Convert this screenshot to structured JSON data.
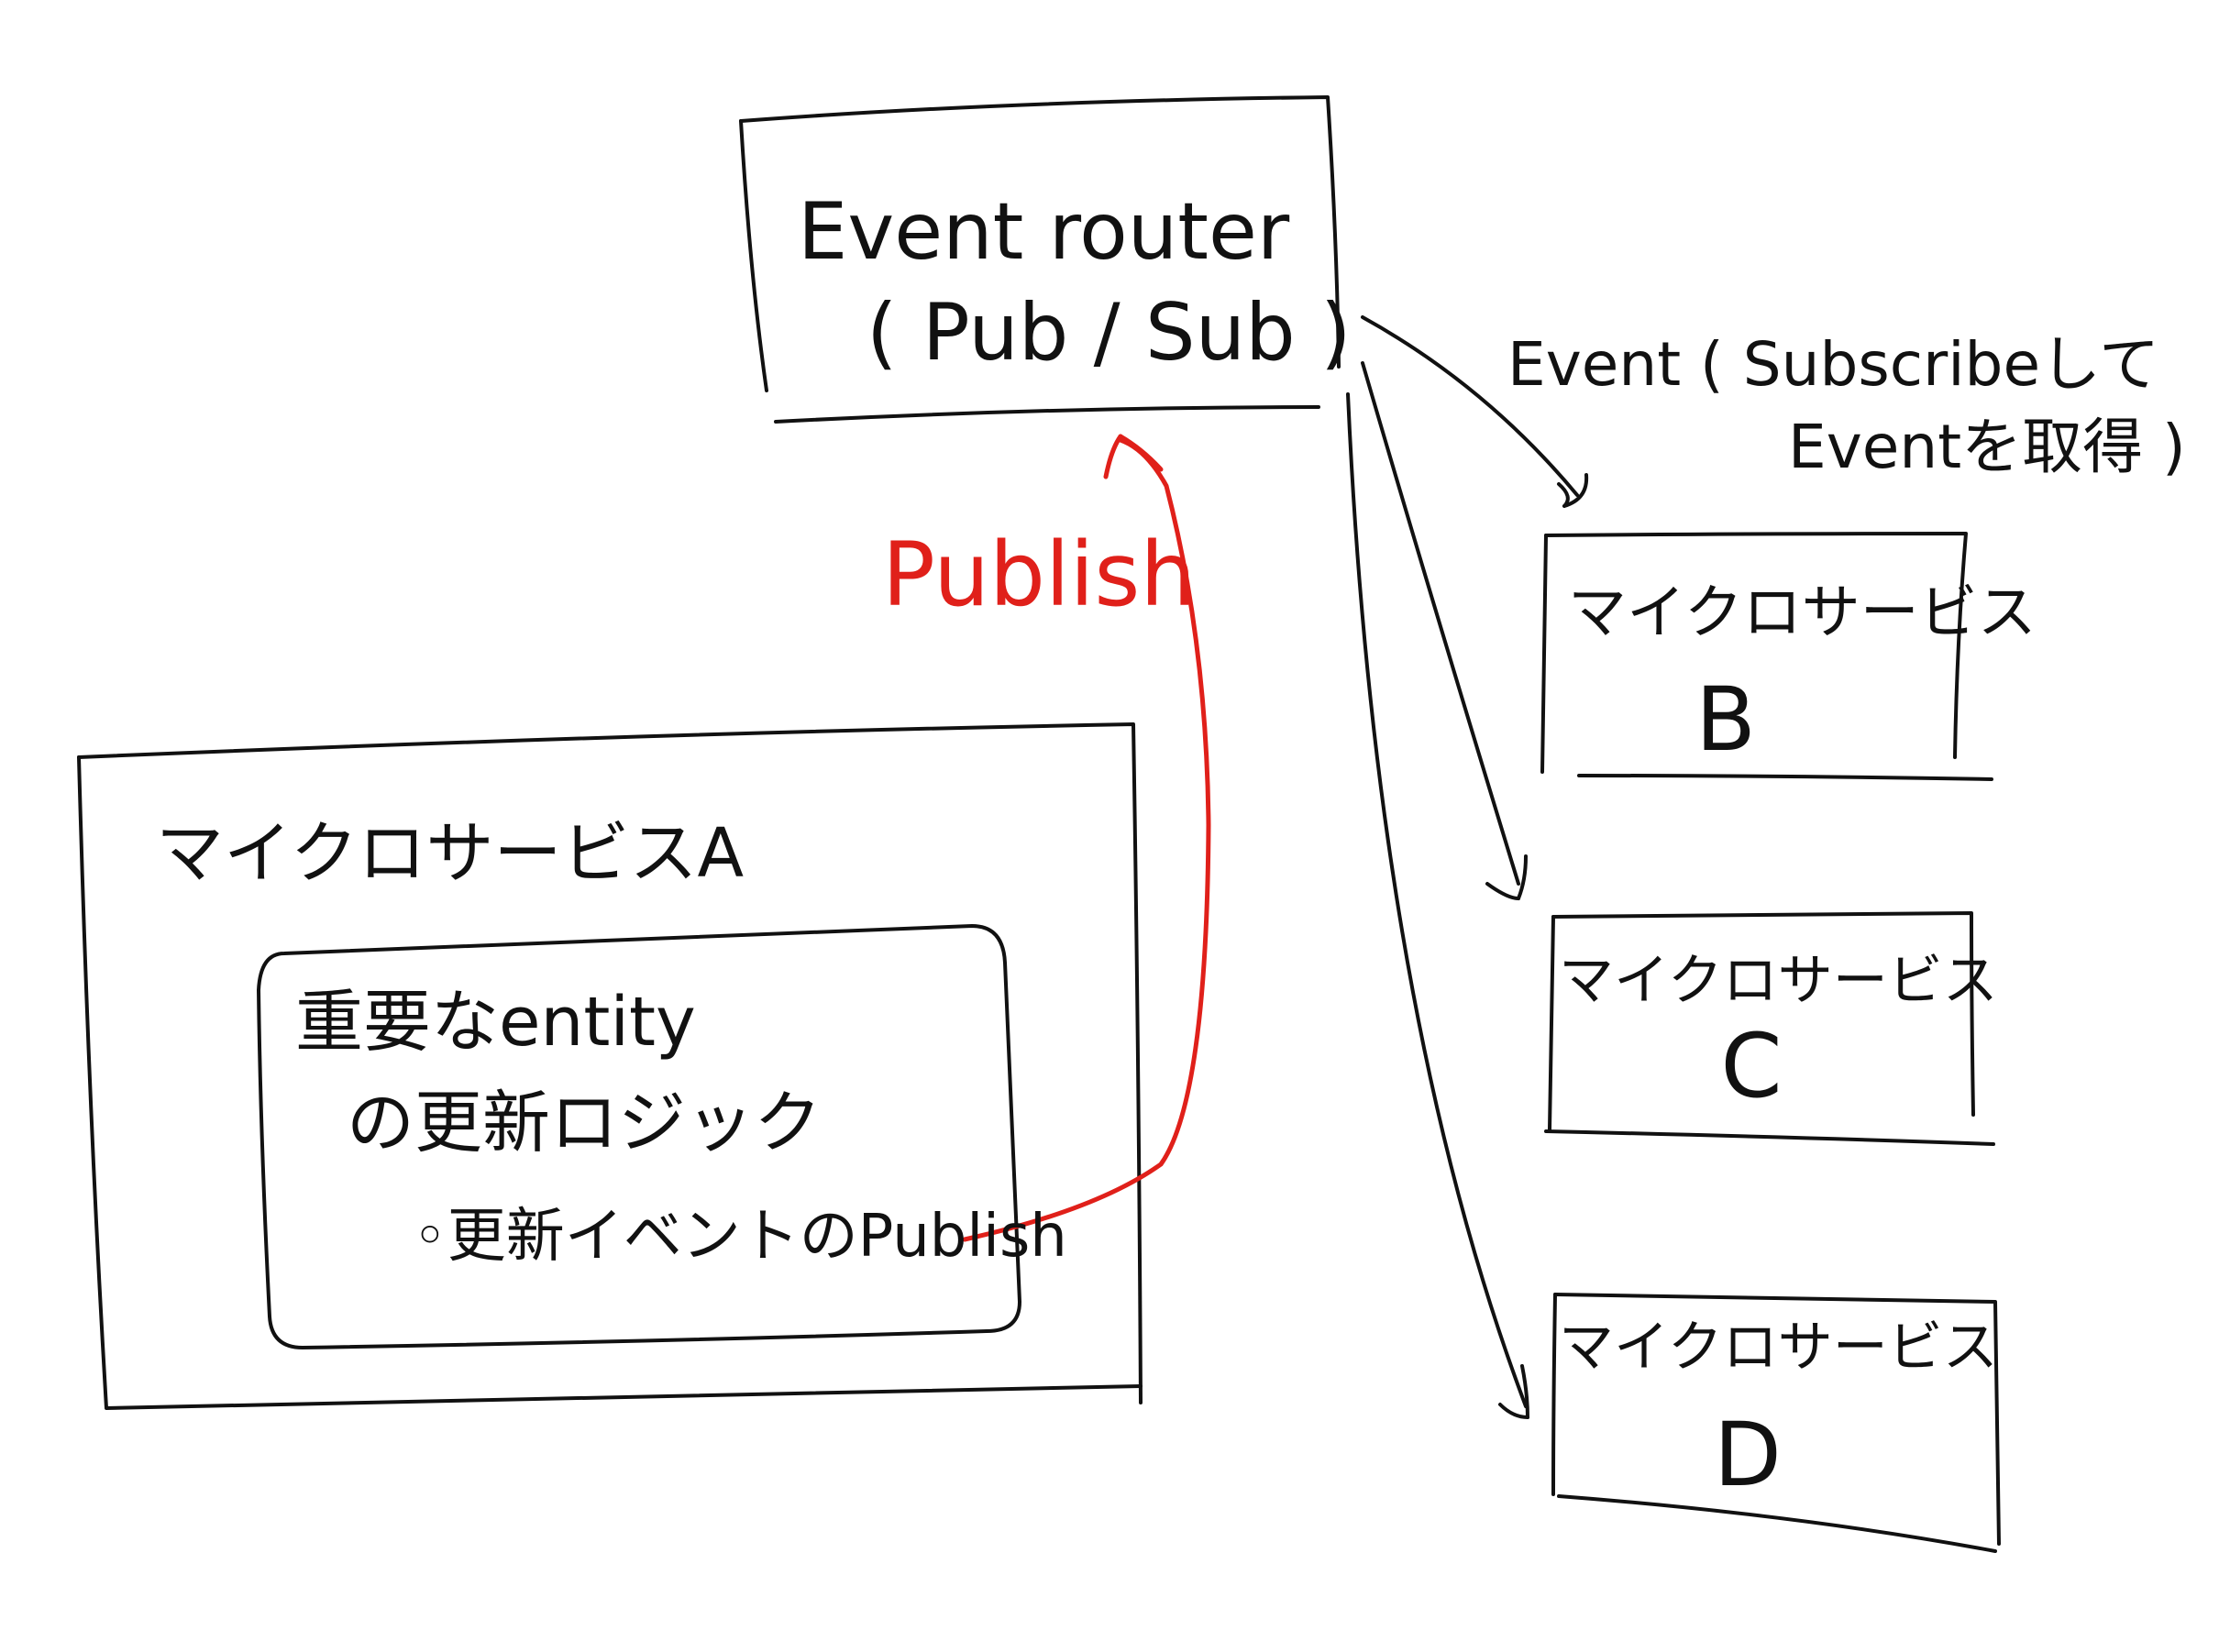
{
  "router": {
    "line1": "Event router",
    "line2": "( Pub / Sub )"
  },
  "service_a": {
    "title": "マイクロサービスA",
    "inner_line1": "重要なentity",
    "inner_line2": "の更新ロジック",
    "inner_line3": "◦更新イベントのPublish"
  },
  "publish_label": "Publish",
  "event_note": {
    "line1": "Event ( Subscribeして",
    "line2": "Eventを取得 )"
  },
  "service_b": {
    "line1": "マイクロサービス",
    "line2": "B"
  },
  "service_c": {
    "line1": "マイクロサービス",
    "line2": "C"
  },
  "service_d": {
    "line1": "マイクロサービス",
    "line2": "D"
  },
  "colors": {
    "ink": "#111111",
    "publish": "#e0201a"
  }
}
